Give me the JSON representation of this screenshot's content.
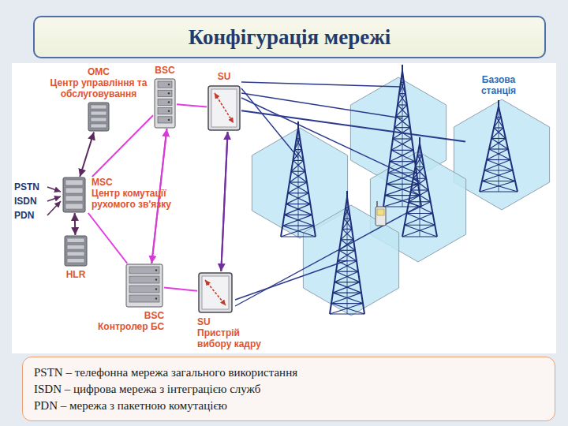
{
  "diagram": {
    "title": "Конфігурація мережі",
    "nodes": [
      {
        "text": [
          "OMC",
          "Центр управління та обслуговування"
        ]
      },
      {
        "text": [
          "MSC",
          "Центр комутації рухомого зв'язку"
        ]
      },
      {
        "text": [
          "HLR"
        ]
      },
      {
        "text": [
          "BSC"
        ]
      },
      {
        "text": [
          "SU"
        ]
      },
      {
        "text": [
          "BSC",
          "Контролер БС"
        ]
      },
      {
        "text": [
          "SU",
          "Пристрій вибору кадру"
        ]
      },
      {
        "text": [
          "Базова станція"
        ]
      },
      {
        "text": [
          "PSTN – телефонна мережа загального використання",
          "ISDN – цифрова мережа з інтеграцією служб",
          "PDN – мережа з пакетною комутацією"
        ]
      }
    ],
    "edges": [
      {
        "from": 0,
        "to": 1,
        "arrow": "both"
      },
      {
        "from": 1,
        "to": 2,
        "arrow": "both"
      },
      {
        "from": 1,
        "to": 3,
        "arrow": "none"
      },
      {
        "from": 1,
        "to": 5,
        "arrow": "none"
      },
      {
        "from": 3,
        "to": 5,
        "arrow": "to"
      },
      {
        "from": 5,
        "to": 3,
        "arrow": "to"
      },
      {
        "from": 3,
        "to": 4,
        "arrow": "none"
      },
      {
        "from": 5,
        "to": 6,
        "arrow": "none"
      },
      {
        "from": 4,
        "to": 6,
        "arrow": "to"
      },
      {
        "from": 6,
        "to": 4,
        "arrow": "to"
      },
      {
        "from": 4,
        "to": 7,
        "arrow": "none"
      }
    ],
    "labels": [
      "PSTN",
      "ISDN",
      "PDN"
    ]
  }
}
